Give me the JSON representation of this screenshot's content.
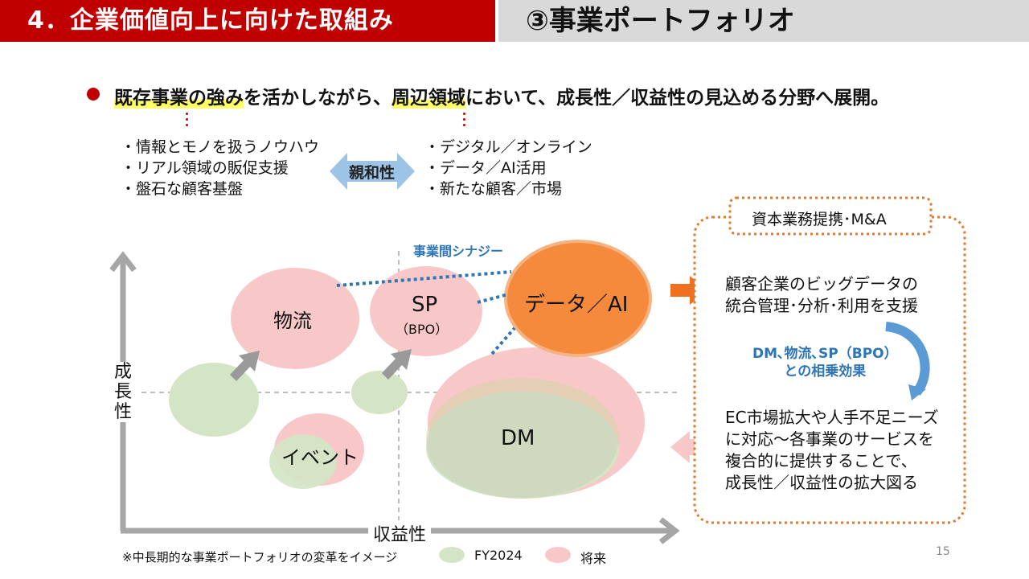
{
  "header": {
    "section_title": "4．企業価値向上に向けた取組み",
    "subtitle": "③事業ポートフォリオ"
  },
  "statement": {
    "part1": "既存事業の強み",
    "part2": "を活かしながら、",
    "part3": "周辺領域",
    "part4": "において、成長性／収益性の見込める分野へ展開。"
  },
  "strengths": [
    "・情報とモノを扱うノウハウ",
    "・リアル領域の販促支援",
    "・盤石な顧客基盤"
  ],
  "affinity_label": "親和性",
  "adjacent": [
    "・デジタル／オンライン",
    "・データ／AI活用",
    "・新たな顧客／市場"
  ],
  "chart": {
    "ylabel": "成長性",
    "xlabel": "収益性",
    "synergy_label": "事業間シナジー",
    "labels": {
      "logistics": "物流",
      "sp": "SP",
      "sp_sub": "（BPO）",
      "data_ai": "データ／AI",
      "event": "イベント",
      "dm": "DM"
    }
  },
  "right_box": {
    "title": "資本業務提携･M&A",
    "support": [
      "顧客企業のビッグデータの",
      "統合管理･分析･利用を支援"
    ],
    "synergy_effect": [
      "DM､物流､SP（BPO）",
      "との相乗効果"
    ],
    "expansion": [
      "EC市場拡大や人手不足ニーズ",
      "に対応～各事業のサービスを",
      "複合的に提供することで、",
      "成長性／収益性の拡大図る"
    ]
  },
  "footer": {
    "note": "※中長期的な事業ポートフォリオの変革をイメージ",
    "legend_current": "FY2024",
    "legend_future": "将来",
    "page_number": "15"
  },
  "colors": {
    "brand_red": "#c00000",
    "current_green": "#d3e5c4",
    "future_pink": "#f8c8c8",
    "data_orange": "#f58a3c",
    "frame_orange": "#e07b30",
    "synergy_blue": "#2e75b6"
  }
}
